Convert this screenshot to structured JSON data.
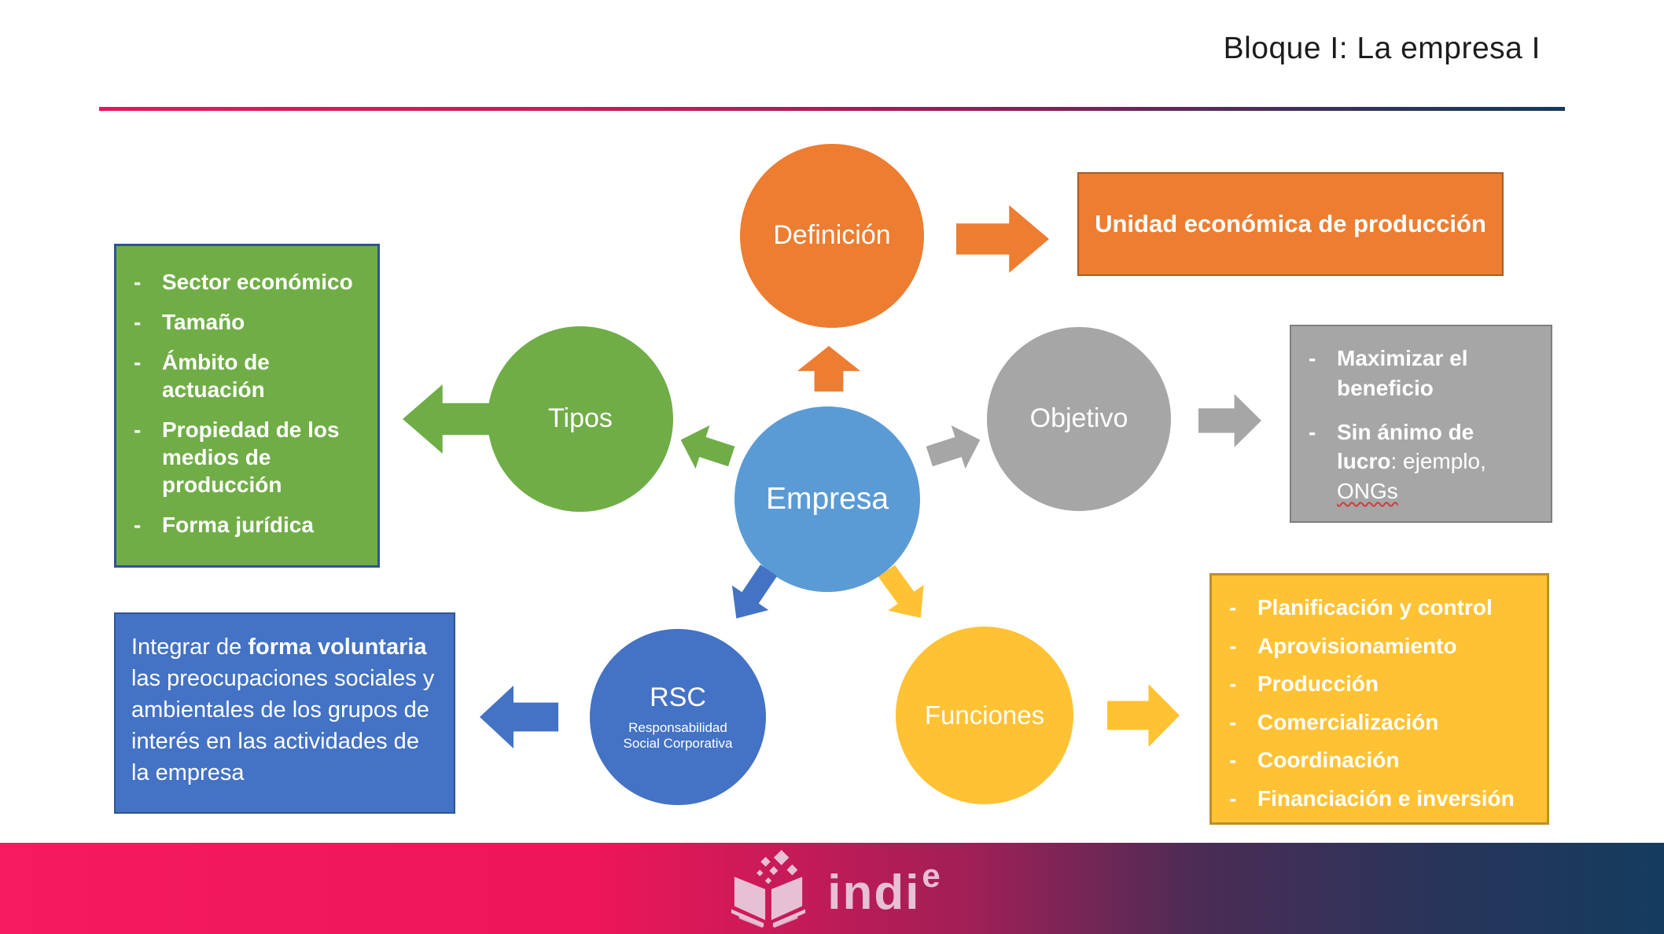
{
  "title": "Bloque I: La empresa I",
  "colors": {
    "orange": "#ED7D31",
    "gray": "#A6A6A6",
    "green": "#70AD47",
    "center_blue": "#5B9BD5",
    "blue": "#4472C4",
    "yellow": "#FFC234",
    "divider_pink": "#EC155C",
    "divider_navy": "#16395B"
  },
  "center": {
    "label": "Empresa"
  },
  "nodes": {
    "definicion": {
      "label": "Definición"
    },
    "tipos": {
      "label": "Tipos"
    },
    "objetivo": {
      "label": "Objetivo"
    },
    "rsc": {
      "label": "RSC",
      "sublabel": "Responsabilidad Social Corporativa"
    },
    "funciones": {
      "label": "Funciones"
    }
  },
  "callouts": {
    "definicion": {
      "text": "Unidad económica de producción"
    },
    "objetivo": {
      "bullet1_bold": "Maximizar el beneficio",
      "bullet2_bold": "Sin ánimo de lucro",
      "bullet2_rest": ": ejemplo, ",
      "bullet2_underlined": "ONGs"
    },
    "tipos": {
      "items": [
        "Sector económico",
        "Tamaño",
        "Ámbito de actuación",
        "Propiedad de los medios de producción",
        "Forma jurídica"
      ]
    },
    "rsc": {
      "lead": "Integrar de ",
      "bold": "forma voluntaria",
      "rest": " las preocupaciones sociales y ambientales de los grupos de interés en las actividades de la empresa"
    },
    "funciones": {
      "items": [
        "Planificación y control",
        "Aprovisionamiento",
        "Producción",
        "Comercialización",
        "Coordinación",
        "Financiación e inversión"
      ]
    }
  },
  "footer": {
    "brand": "indi",
    "brand_sup": "e"
  }
}
